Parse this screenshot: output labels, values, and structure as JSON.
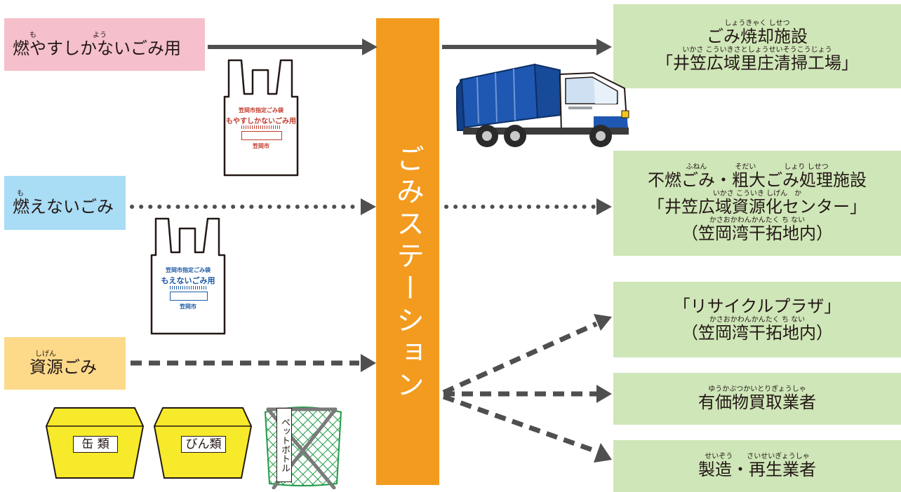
{
  "sources": {
    "burnable": {
      "ruby": "も　　　　　　　　よう",
      "label": "燃やすしかないごみ用"
    },
    "nonburnable": {
      "ruby": "も",
      "label": "燃えないごみ"
    },
    "resource": {
      "ruby": "しげん",
      "label": "資源ごみ"
    }
  },
  "station": {
    "label": "ごみステーション"
  },
  "bags": {
    "burnable": {
      "city_bag": "笠岡市指定ごみ袋",
      "type": "もやすしかないごみ用",
      "city": "笠岡市"
    },
    "nonburnable": {
      "city_bag": "笠岡市指定ごみ袋",
      "type": "もえないごみ用",
      "city": "笠岡市"
    }
  },
  "bins": {
    "can": "缶 類",
    "bottle": "びん類",
    "pet": "ペットボトル"
  },
  "destinations": {
    "incinerator": {
      "ruby1": "しょうきゃく しせつ",
      "line1": "ごみ焼却施設",
      "ruby2": "いかさ こういきさとしょうせいそうこうじょう",
      "line2": "「井笠広域里庄清掃工場」"
    },
    "nonburnable_facility": {
      "ruby1": "ふねん　　　　そだい　　　　しょり しせつ",
      "line1": "不燃ごみ・粗大ごみ処理施設",
      "ruby2": "いかさ こういき しげん　か",
      "line2": "「井笠広域資源化センター」",
      "ruby3": "かさおかわんかんたく ち ない",
      "line3": "（笠岡湾干拓地内）"
    },
    "recycle_plaza": {
      "line1": "「リサイクルプラザ」",
      "ruby2": "かさおかわんかんたく ち ない",
      "line2": "（笠岡湾干拓地内）"
    },
    "dealers": {
      "ruby1": "ゆうかぶつかいとりぎょうしゃ",
      "line1": "有価物買取業者"
    },
    "manufacturers": {
      "ruby1": "せいぞう　　さいせいぎょうしゃ",
      "line1": "製造・再生業者"
    }
  },
  "colors": {
    "burnable_bg": "#f5c0cb",
    "nonburnable_bg": "#a9dcf5",
    "resource_bg": "#fdd98a",
    "station": "#f39b1f",
    "dest_bg": "#cfe6b8",
    "arrow": "#4f4f4f",
    "burnable_bag_text": "#c0392b",
    "nonburnable_bag_text": "#1d5aa6",
    "truck_blue": "#1e58b2",
    "bin_yellow": "#f7ea2a",
    "net_green": "#1f9a46"
  }
}
